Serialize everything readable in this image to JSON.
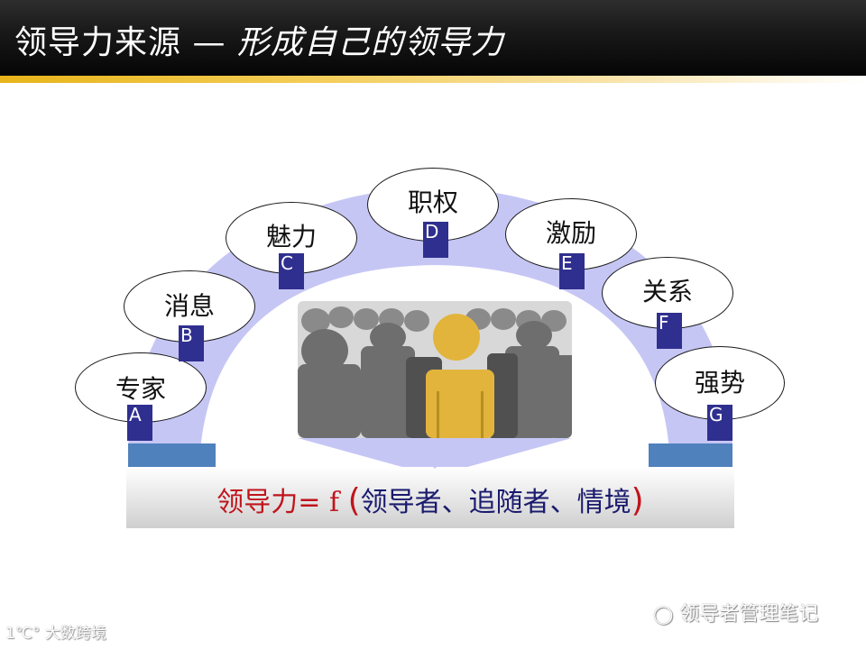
{
  "header": {
    "title_main": "领导力来源 —",
    "title_sub": "形成自己的领导力"
  },
  "colors": {
    "arc_fill": "#c6c6f5",
    "badge": "#2f2f8f",
    "base_bar": "#4f81bd",
    "formula_red": "#c0141c",
    "formula_blue": "#1a1a6e",
    "gold": "#e7b41a",
    "figure_gold": "#e2b43c"
  },
  "sources": [
    {
      "label": "专家",
      "letter": "A"
    },
    {
      "label": "消息",
      "letter": "B"
    },
    {
      "label": "魅力",
      "letter": "C"
    },
    {
      "label": "职权",
      "letter": "D"
    },
    {
      "label": "激励",
      "letter": "E"
    },
    {
      "label": "关系",
      "letter": "F"
    },
    {
      "label": "强势",
      "letter": "G"
    }
  ],
  "formula": {
    "lhs": "领导力=",
    "func": "f",
    "open": "(",
    "args": "领导者、追随者、情境",
    "close": ")"
  },
  "image": {
    "alt": "crowd-with-highlighted-leader"
  },
  "watermarks": {
    "right": "领导者管理笔记",
    "left": "大数跨境",
    "left_logo": "1℃°"
  }
}
